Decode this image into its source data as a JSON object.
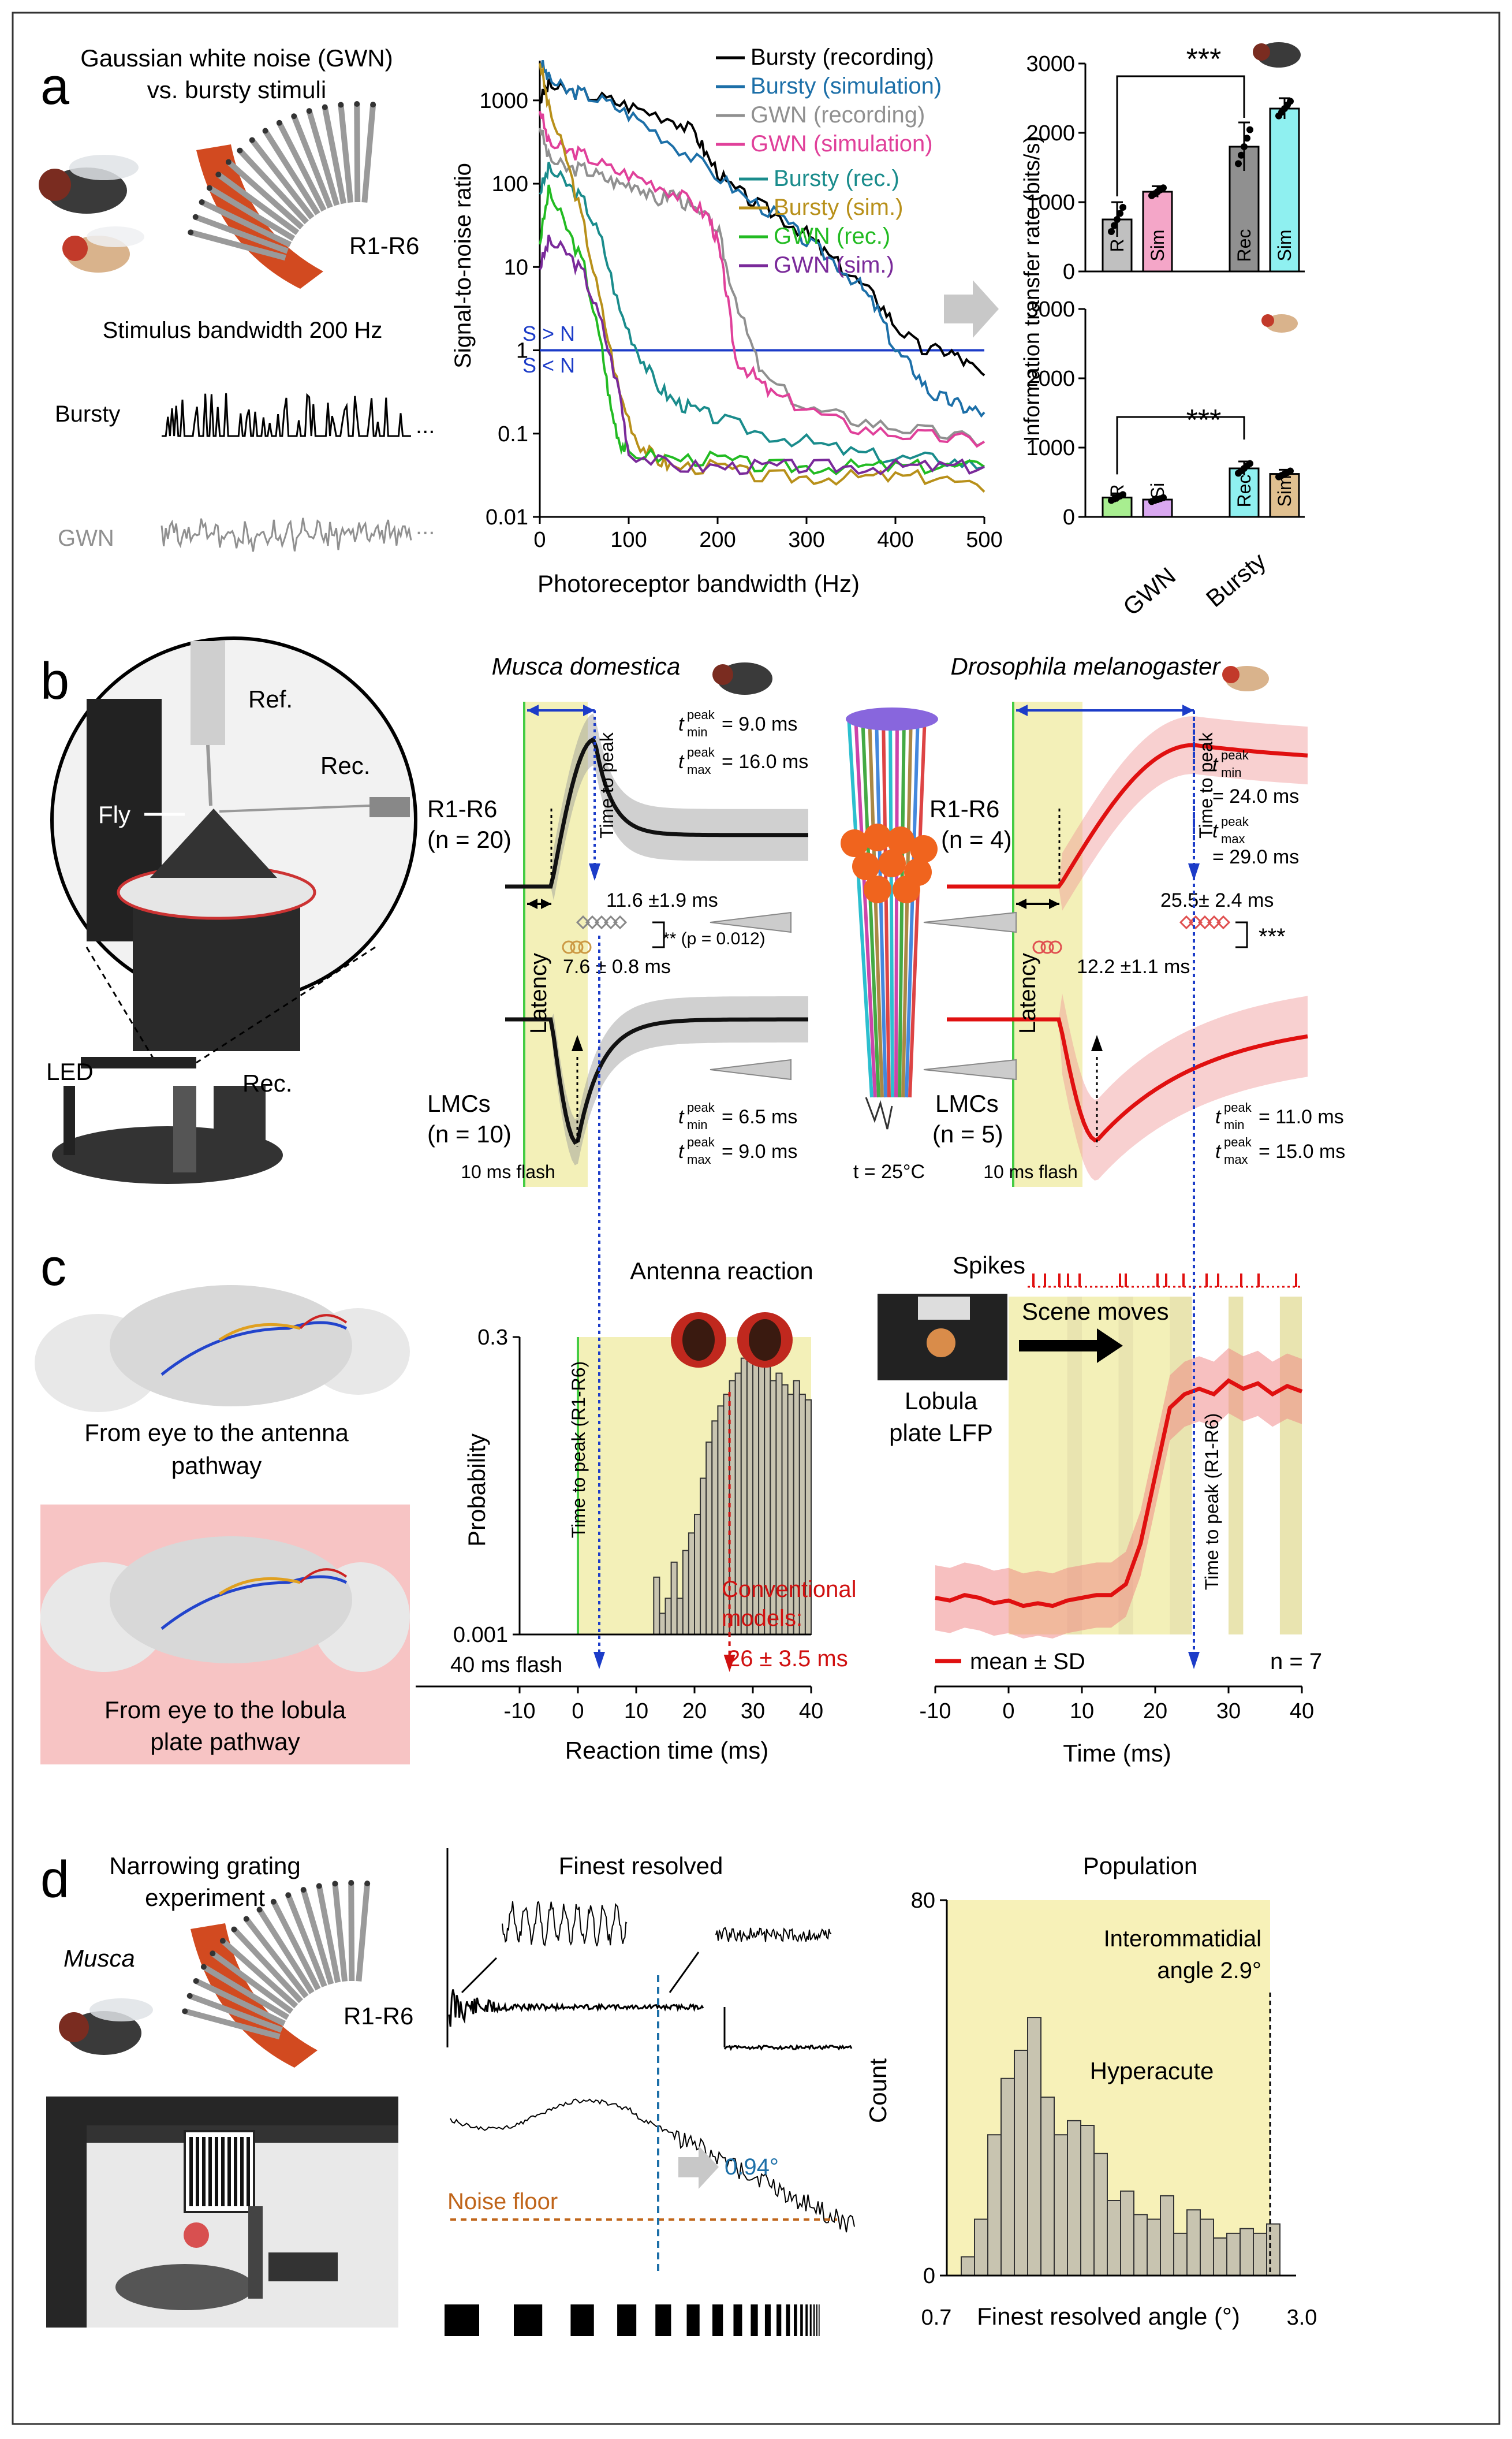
{
  "panel_labels": [
    "a",
    "b",
    "c",
    "d"
  ],
  "panel_a": {
    "left_title_1": "Gaussian white noise (GWN)",
    "left_title_2": "vs. bursty stimuli",
    "r1r6": "R1-R6",
    "bandwidth": "Stimulus bandwidth 200 Hz",
    "bursty": "Bursty",
    "gwn": "GWN",
    "ellipsis": "...",
    "snr_ylabel": "Signal-to-noise ratio",
    "snr_xlabel": "Photoreceptor bandwidth (Hz)",
    "s_gt": "S > N",
    "s_lt": "S < N",
    "info_ylabel": "Information transfer rate (bits/s)",
    "stars": "***",
    "bar_labels_top": [
      "R",
      "Sim",
      "Rec",
      "Sim"
    ],
    "bar_labels_bottom": [
      "R",
      "Si",
      "Rec",
      "Sim"
    ],
    "group_labels": [
      "GWN",
      "Bursty"
    ]
  },
  "panel_b": {
    "ref": "Ref.",
    "rec": "Rec.",
    "fly": "Fly",
    "led": "LED",
    "musca_title": "Musca domestica",
    "dros_title": "Drosophila melanogaster",
    "r1r6_musca": "R1-R6",
    "n_musca_r": "(n = 20)",
    "lmc_musca": "LMCs",
    "n_musca_l": "(n = 10)",
    "r1r6_dros": "R1-R6",
    "n_dros_r": "(n = 4)",
    "lmc_dros": "LMCs",
    "n_dros_l": "(n = 5)",
    "time_to_peak": "Time to peak",
    "latency": "Latency",
    "flash": "10 ms flash",
    "temp": "t = 25°C",
    "musca_r_tmin": "= 9.0 ms",
    "musca_r_tmax": "= 16.0 ms",
    "musca_l_tmin": "= 6.5 ms",
    "musca_l_tmax": "= 9.0 ms",
    "dros_r_tmin": "= 24.0 ms",
    "dros_r_tmax": "= 29.0 ms",
    "dros_l_tmin": "= 11.0 ms",
    "dros_l_tmax": "= 15.0 ms",
    "t": "t",
    "peak": "peak",
    "min": "min",
    "max": "max",
    "musca_ttp": "11.6 ±1.9 ms",
    "musca_lat": "7.6 ± 0.8 ms",
    "musca_sig": "** (p = 0.012)",
    "dros_ttp": "25.5± 2.4 ms",
    "dros_lat": "12.2 ±1.1 ms",
    "dros_sig": "***"
  },
  "panel_c": {
    "eye_antenna_1": "From eye to the antenna",
    "eye_antenna_2": "pathway",
    "eye_lobula_1": "From eye to the lobula",
    "eye_lobula_2": "plate pathway",
    "antenna_title": "Antenna reaction",
    "prob_ylabel": "Probability",
    "ttp_label": "Time to peak (R1-R6)",
    "conventional_1": "Conventional",
    "conventional_2": "models:",
    "conventional_3": "26 ± 3.5 ms",
    "flash40": "40 ms flash",
    "reaction_xlabel": "Reaction time (ms)",
    "spikes": "Spikes",
    "scene_moves": "Scene moves",
    "lobula_1": "Lobula",
    "lobula_2": "plate LFP",
    "mean_sd": "mean ± SD",
    "n7": "n = 7",
    "time_xlabel": "Time (ms)"
  },
  "panel_d": {
    "title_1": "Narrowing grating",
    "title_2": "experiment",
    "musca": "Musca",
    "r1r6": "R1-R6",
    "finest": "Finest resolved",
    "deg": "0.94°",
    "noise": "Noise floor",
    "population": "Population",
    "count_ylabel": "Count",
    "interom_1": "Interommatidial",
    "interom_2": "angle 2.9°",
    "hyper": "Hyperacute",
    "angle_xlabel": "Finest resolved angle (°)"
  },
  "chart_data": [
    {
      "id": "snr",
      "type": "line",
      "xlabel": "Photoreceptor bandwidth (Hz)",
      "ylabel": "Signal-to-noise ratio",
      "xlim": [
        0,
        500
      ],
      "ylim": [
        0.01,
        3000
      ],
      "yscale": "log",
      "xticks": [
        0,
        100,
        200,
        300,
        400,
        500
      ],
      "yticks": [
        "0.01",
        "0.1",
        "1",
        "10",
        "100",
        "1000"
      ],
      "threshold": 1,
      "series": [
        {
          "name": "Bursty (recording)",
          "color": "#000000",
          "x": [
            0,
            10,
            30,
            50,
            80,
            110,
            150,
            175,
            190,
            210,
            240,
            270,
            300,
            320,
            350,
            380,
            400,
            430,
            460,
            480,
            500
          ],
          "y": [
            1000,
            1500,
            1300,
            1200,
            1000,
            800,
            600,
            400,
            200,
            100,
            60,
            40,
            25,
            15,
            8,
            4,
            2,
            1,
            1,
            0.7,
            0.5
          ]
        },
        {
          "name": "Bursty (simulation)",
          "color": "#1c6fa8",
          "x": [
            0,
            10,
            30,
            50,
            80,
            110,
            150,
            190,
            230,
            270,
            300,
            330,
            360,
            380,
            400,
            420,
            440,
            460,
            480,
            500
          ],
          "y": [
            3000,
            1800,
            1300,
            1200,
            900,
            600,
            300,
            150,
            70,
            40,
            20,
            12,
            6,
            3,
            1,
            0.6,
            0.3,
            0.25,
            0.2,
            0.18
          ]
        },
        {
          "name": "GWN (recording)",
          "color": "#909090",
          "x": [
            0,
            10,
            30,
            50,
            70,
            90,
            110,
            130,
            150,
            170,
            200,
            210,
            230,
            250,
            300,
            350,
            400,
            450,
            500
          ],
          "y": [
            500,
            200,
            150,
            150,
            120,
            100,
            100,
            60,
            80,
            50,
            30,
            10,
            2,
            0.5,
            0.2,
            0.15,
            0.12,
            0.1,
            0.08
          ]
        },
        {
          "name": "GWN (simulation)",
          "color": "#e0409a",
          "x": [
            0,
            10,
            30,
            50,
            80,
            110,
            140,
            170,
            190,
            200,
            210,
            220,
            240,
            260,
            300,
            350,
            400,
            450,
            500
          ],
          "y": [
            800,
            300,
            250,
            220,
            150,
            120,
            90,
            60,
            40,
            20,
            5,
            0.8,
            0.5,
            0.3,
            0.2,
            0.12,
            0.1,
            0.09,
            0.08
          ]
        },
        {
          "name": "Bursty (rec.)",
          "color": "#1a8c8c",
          "x": [
            0,
            10,
            30,
            50,
            70,
            90,
            110,
            130,
            150,
            170,
            200,
            250,
            300,
            350,
            400,
            450,
            500
          ],
          "y": [
            80,
            150,
            100,
            60,
            20,
            3,
            1,
            0.4,
            0.25,
            0.2,
            0.15,
            0.1,
            0.08,
            0.06,
            0.05,
            0.05,
            0.04
          ]
        },
        {
          "name": "Bursty (sim.)",
          "color": "#b8901a",
          "x": [
            0,
            10,
            30,
            50,
            70,
            90,
            110,
            130,
            150,
            200,
            250,
            300,
            350,
            400,
            450,
            500
          ],
          "y": [
            3000,
            800,
            200,
            30,
            3,
            0.3,
            0.08,
            0.05,
            0.04,
            0.04,
            0.03,
            0.03,
            0.03,
            0.03,
            0.03,
            0.02
          ]
        },
        {
          "name": "GWN (rec.)",
          "color": "#22bb22",
          "x": [
            0,
            10,
            30,
            50,
            70,
            80,
            90,
            100,
            150,
            200,
            250,
            300,
            350,
            400,
            450,
            500
          ],
          "y": [
            20,
            80,
            30,
            10,
            1,
            0.2,
            0.08,
            0.06,
            0.05,
            0.05,
            0.04,
            0.04,
            0.04,
            0.04,
            0.04,
            0.04
          ]
        },
        {
          "name": "GWN (sim.)",
          "color": "#7a2a9a",
          "x": [
            0,
            10,
            30,
            50,
            70,
            90,
            100,
            150,
            200,
            250,
            300,
            350,
            400,
            450,
            500
          ],
          "y": [
            10,
            20,
            15,
            8,
            2,
            0.3,
            0.06,
            0.04,
            0.04,
            0.04,
            0.04,
            0.04,
            0.04,
            0.04,
            0.04
          ]
        }
      ]
    },
    {
      "id": "info_top",
      "type": "bar",
      "ylabel": "Information transfer rate (bits/s)",
      "ylim": [
        0,
        3000
      ],
      "yticks": [
        0,
        1000,
        2000,
        3000
      ],
      "categories": [
        "R",
        "Sim",
        "Rec",
        "Sim"
      ],
      "values": [
        750,
        1150,
        1800,
        2350
      ],
      "errors": [
        250,
        80,
        350,
        150
      ],
      "colors": [
        "#c0c0c0",
        "#f4a6c8",
        "#909090",
        "#8ff0f0"
      ]
    },
    {
      "id": "info_bottom",
      "type": "bar",
      "ylim": [
        0,
        3000
      ],
      "yticks": [
        0,
        1000,
        2000,
        3000
      ],
      "categories": [
        "R",
        "Si",
        "Rec",
        "Sim"
      ],
      "values": [
        280,
        250,
        700,
        620
      ],
      "errors": [
        60,
        40,
        100,
        60
      ],
      "colors": [
        "#a8ee90",
        "#d9a8f0",
        "#8ff0f0",
        "#e0c090"
      ]
    },
    {
      "id": "reaction_hist",
      "type": "bar",
      "xlabel": "Reaction time (ms)",
      "ylabel": "Probability",
      "xlim": [
        -10,
        40
      ],
      "xticks": [
        -10,
        0,
        10,
        20,
        30,
        40
      ],
      "ylim": [
        0.001,
        0.3
      ],
      "yscale": "log",
      "yticks": [
        "0.001",
        "0.3"
      ],
      "bin_start": 12,
      "bin_width": 1,
      "values": [
        0.001,
        0.003,
        0.0015,
        0.002,
        0.004,
        0.002,
        0.005,
        0.007,
        0.01,
        0.02,
        0.04,
        0.06,
        0.08,
        0.1,
        0.13,
        0.15,
        0.2,
        0.22,
        0.18,
        0.2,
        0.17,
        0.13,
        0.15,
        0.12,
        0.1,
        0.13,
        0.1,
        0.09
      ]
    },
    {
      "id": "lobula_lfp",
      "type": "line",
      "xlabel": "Time (ms)",
      "xlim": [
        -10,
        40
      ],
      "xticks": [
        -10,
        0,
        10,
        20,
        30,
        40
      ],
      "x": [
        -10,
        -8,
        -6,
        -4,
        -2,
        0,
        2,
        4,
        6,
        8,
        10,
        12,
        14,
        16,
        18,
        20,
        22,
        24,
        26,
        28,
        30,
        32,
        34,
        36,
        38,
        40
      ],
      "y": [
        0.05,
        0.04,
        0.06,
        0.05,
        0.03,
        0.04,
        0.02,
        0.03,
        0.02,
        0.04,
        0.05,
        0.06,
        0.06,
        0.1,
        0.25,
        0.5,
        0.75,
        0.8,
        0.82,
        0.8,
        0.85,
        0.82,
        0.84,
        0.8,
        0.83,
        0.81
      ],
      "sd": 0.12
    },
    {
      "id": "population_hist",
      "type": "bar",
      "xlabel": "Finest resolved angle (°)",
      "ylabel": "Count",
      "xlim": [
        "0.7",
        "3.0"
      ],
      "ylim": [
        0,
        80
      ],
      "yticks": [
        0,
        80
      ],
      "values": [
        4,
        12,
        30,
        42,
        48,
        55,
        38,
        30,
        33,
        32,
        26,
        16,
        18,
        13,
        12,
        17,
        9,
        14,
        12,
        8,
        9,
        10,
        9,
        11
      ]
    }
  ]
}
